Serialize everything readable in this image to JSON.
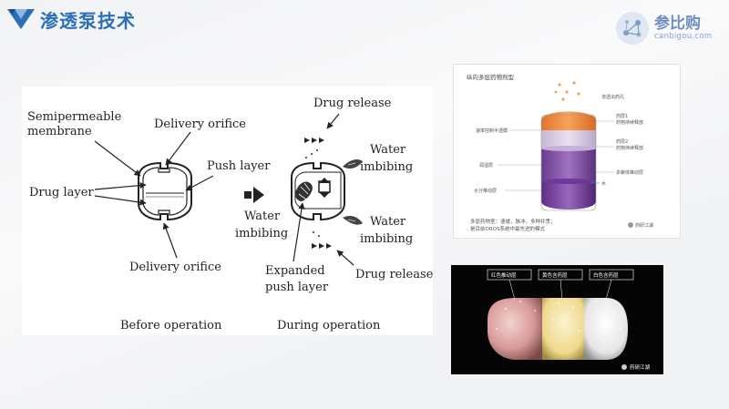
{
  "header": {
    "title": "渗透泵技术"
  },
  "brand": {
    "name": "参比购",
    "domain": "canbigou.com"
  },
  "diagram": {
    "before": {
      "semipermeable_1": "Semipermeable",
      "semipermeable_2": "membrane",
      "delivery_orifice_top": "Delivery orifice",
      "push_layer": "Push layer",
      "drug_layer": "Drug layer",
      "delivery_orifice_bottom": "Delivery orifice",
      "caption": "Before operation"
    },
    "during": {
      "drug_release_top": "Drug release",
      "water_imbibing_top_1": "Water",
      "water_imbibing_top_2": "imbibing",
      "water_imbibing_left_1": "Water",
      "water_imbibing_left_2": "imbibing",
      "water_imbibing_right_1": "Water",
      "water_imbibing_right_2": "imbibing",
      "expanded_1": "Expanded",
      "expanded_2": "push layer",
      "drug_release_bottom": "Drug release",
      "caption": "During operation"
    }
  },
  "tablet_figure": {
    "title": "纵向多层药物剂型",
    "label_release": "渗透出药孔",
    "label_layer1_a": "药层1",
    "label_layer1_b": "药物持续释放",
    "label_membrane": "速率控制半透膜",
    "label_layer2_a": "药层2",
    "label_layer2_b": "药物持续释放",
    "label_osmotic": "润湿层",
    "label_push": "水分推动层",
    "label_expand": "多聚体推动层",
    "label_water": "水",
    "caption_1": "多层药物室：速缓，脉冲，多种并贯；",
    "caption_2": "是目前OROS系统中最先进的模式",
    "watermark": "药研江湖"
  },
  "capsule_photo": {
    "label_red": "红色推动层",
    "label_yellow": "黄色含药层",
    "label_white": "白色含药层",
    "watermark": "药研江湖"
  },
  "colors": {
    "title_blue": "#2b6fb6",
    "drug_orange": "#f08a2b",
    "drug_purple": "#7a4a9a"
  }
}
